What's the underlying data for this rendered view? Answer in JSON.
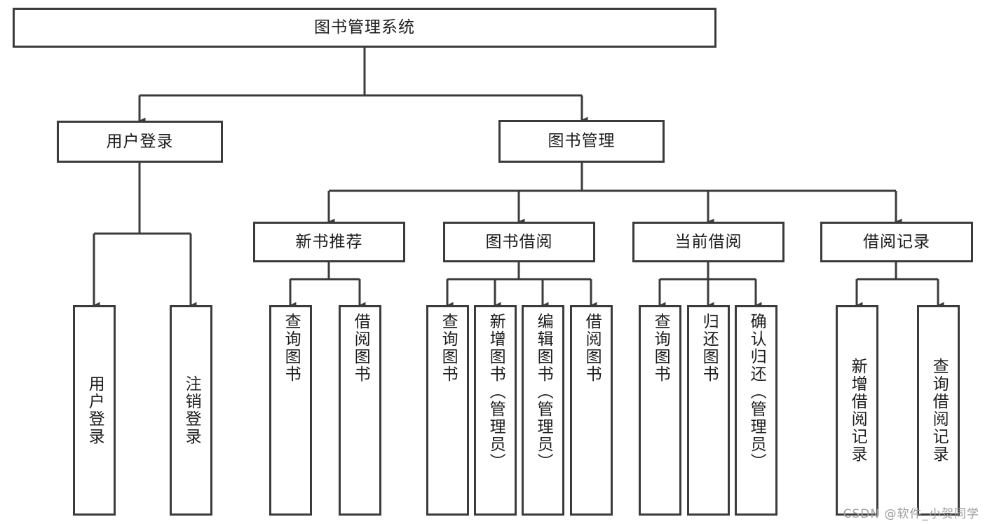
{
  "diagram": {
    "title": "图书管理系统",
    "watermark": "CSDN @软件_小贺同学",
    "colors": {
      "background": "#ffffff",
      "box_border": "#3b3b3b",
      "line": "#3b3b3b",
      "text": "#1d1d1d",
      "watermark": "#9d9d9d"
    },
    "levels": {
      "root": "图书管理系统",
      "level2": [
        "用户登录",
        "图书管理"
      ],
      "level3": [
        "新书推荐",
        "图书借阅",
        "当前借阅",
        "借阅记录"
      ],
      "level4": [
        "用户登录",
        "注销登录",
        "查询图书",
        "借阅图书",
        "查询图书",
        "新增图书（管理员）",
        "编辑图书（管理员）",
        "借阅图书",
        "查询图书",
        "归还图书",
        "确认归还（管理员）",
        "新增借阅记录",
        "查询借阅记录"
      ]
    },
    "nodes": {
      "root": {
        "label": "图书管理系统"
      },
      "user_login": {
        "label": "用户登录"
      },
      "book_mgmt": {
        "label": "图书管理"
      },
      "new_book_rec": {
        "label": "新书推荐"
      },
      "book_borrow": {
        "label": "图书借阅"
      },
      "current_borrow": {
        "label": "当前借阅"
      },
      "borrow_record": {
        "label": "借阅记录"
      },
      "leaf_user_login": {
        "label": "用户登录"
      },
      "leaf_user_logout": {
        "label": "注销登录"
      },
      "leaf_query_book_a": {
        "label": "查询图书"
      },
      "leaf_borrow_book_a": {
        "label": "借阅图书"
      },
      "leaf_query_book_b": {
        "label": "查询图书"
      },
      "leaf_add_book": {
        "label": "新增图书（管理员）"
      },
      "leaf_edit_book": {
        "label": "编辑图书（管理员）"
      },
      "leaf_borrow_book_b": {
        "label": "借阅图书"
      },
      "leaf_query_book_c": {
        "label": "查询图书"
      },
      "leaf_return_book": {
        "label": "归还图书"
      },
      "leaf_confirm_return": {
        "label": "确认归还（管理员）"
      },
      "leaf_add_record": {
        "label": "新增借阅记录"
      },
      "leaf_query_record": {
        "label": "查询借阅记录"
      }
    },
    "edges": [
      {
        "from": "root",
        "to": "user_login"
      },
      {
        "from": "root",
        "to": "book_mgmt"
      },
      {
        "from": "user_login",
        "to": "leaf_user_login"
      },
      {
        "from": "user_login",
        "to": "leaf_user_logout"
      },
      {
        "from": "book_mgmt",
        "to": "new_book_rec"
      },
      {
        "from": "book_mgmt",
        "to": "book_borrow"
      },
      {
        "from": "book_mgmt",
        "to": "current_borrow"
      },
      {
        "from": "book_mgmt",
        "to": "borrow_record"
      },
      {
        "from": "new_book_rec",
        "to": "leaf_query_book_a"
      },
      {
        "from": "new_book_rec",
        "to": "leaf_borrow_book_a"
      },
      {
        "from": "book_borrow",
        "to": "leaf_query_book_b"
      },
      {
        "from": "book_borrow",
        "to": "leaf_add_book"
      },
      {
        "from": "book_borrow",
        "to": "leaf_edit_book"
      },
      {
        "from": "book_borrow",
        "to": "leaf_borrow_book_b"
      },
      {
        "from": "current_borrow",
        "to": "leaf_query_book_c"
      },
      {
        "from": "current_borrow",
        "to": "leaf_return_book"
      },
      {
        "from": "current_borrow",
        "to": "leaf_confirm_return"
      },
      {
        "from": "borrow_record",
        "to": "leaf_add_record"
      },
      {
        "from": "borrow_record",
        "to": "leaf_query_record"
      }
    ]
  }
}
